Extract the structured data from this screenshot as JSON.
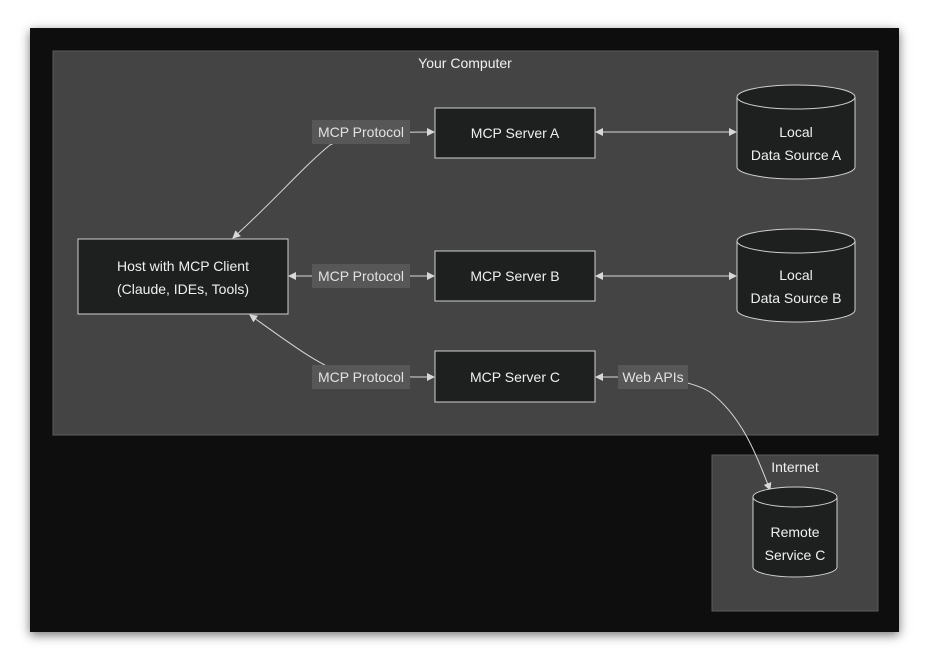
{
  "groups": {
    "your_computer": {
      "title": "Your Computer"
    },
    "internet": {
      "title": "Internet"
    }
  },
  "nodes": {
    "host": {
      "line1": "Host with MCP Client",
      "line2": "(Claude, IDEs, Tools)"
    },
    "server_a": {
      "label": "MCP Server A"
    },
    "server_b": {
      "label": "MCP Server B"
    },
    "server_c": {
      "label": "MCP Server C"
    },
    "data_a": {
      "line1": "Local",
      "line2": "Data Source A"
    },
    "data_b": {
      "line1": "Local",
      "line2": "Data Source B"
    },
    "remote_c": {
      "line1": "Remote",
      "line2": "Service C"
    }
  },
  "edges": {
    "host_a": {
      "label": "MCP Protocol"
    },
    "host_b": {
      "label": "MCP Protocol"
    },
    "host_c": {
      "label": "MCP Protocol"
    },
    "c_remote": {
      "label": "Web APIs"
    }
  },
  "colors": {
    "background": "#0e0e0f",
    "group_fill": "#444444",
    "group_stroke": "#5c5c5c",
    "node_fill": "#1e1f1f",
    "node_stroke": "#cfcfcf",
    "edge_stroke": "#d8d8d8",
    "edge_label_bg": "#575757",
    "text": "#f0f0f0"
  }
}
